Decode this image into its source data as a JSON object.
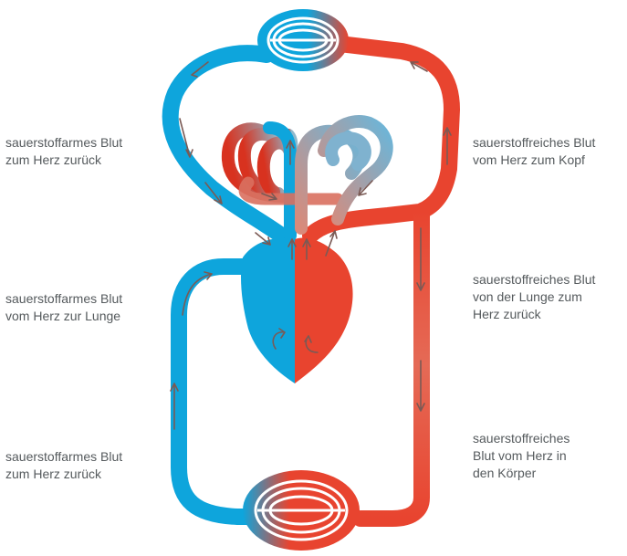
{
  "colors": {
    "deoxygenated": "#0ea5dc",
    "oxygenated": "#e8442f",
    "arrow": "#7a5a55",
    "label_text": "#555a5d"
  },
  "labels": {
    "top_left": {
      "lines": [
        "sauerstoffarmes Blut",
        "zum Herz zurück"
      ]
    },
    "top_right": {
      "lines": [
        "sauerstoffreiches Blut",
        "vom Herz zum Kopf"
      ]
    },
    "mid_left": {
      "lines": [
        "sauerstoffarmes Blut",
        "vom Herz zur Lunge"
      ]
    },
    "mid_right": {
      "lines": [
        "sauerstoffreiches Blut",
        "von der Lunge zum",
        "Herz zurück"
      ]
    },
    "bot_left": {
      "lines": [
        "sauerstoffarmes Blut",
        "zum Herz zurück"
      ]
    },
    "bot_right": {
      "lines": [
        "sauerstoffreiches",
        "Blut vom Herz in",
        "den Körper"
      ]
    }
  }
}
